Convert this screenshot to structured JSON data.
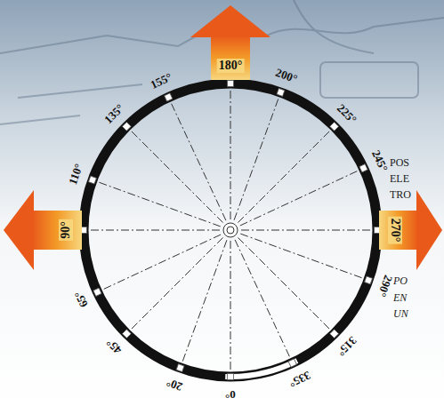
{
  "diagram": {
    "labels": [
      "180°",
      "200°",
      "225°",
      "245°",
      "270°",
      "290°",
      "315°",
      "335°",
      "0°",
      "20°",
      "45°",
      "65°",
      "90°",
      "110°",
      "135°",
      "155°",
      "POS",
      "ELE",
      "TRO",
      "PO",
      "EN",
      "UN"
    ]
  }
}
